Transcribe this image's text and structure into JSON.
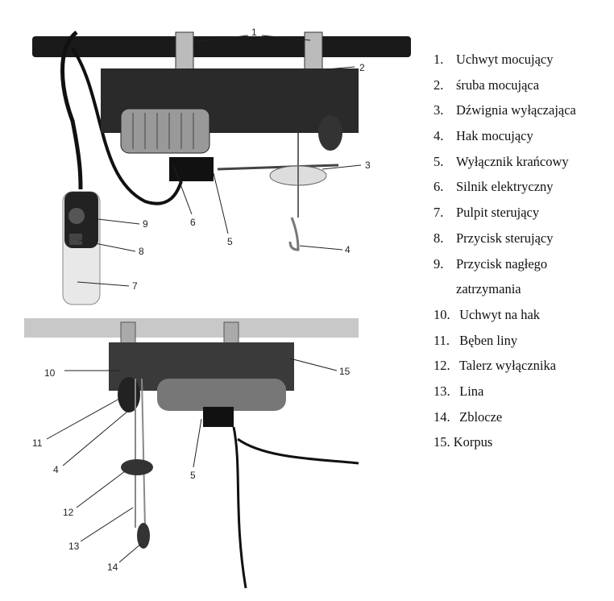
{
  "callouts_top": [
    "1",
    "2",
    "3",
    "4",
    "5",
    "6",
    "7",
    "8",
    "9"
  ],
  "callouts_bottom": [
    "10",
    "15",
    "11",
    "4",
    "5",
    "12",
    "13",
    "14"
  ],
  "legend": [
    {
      "num": "1.",
      "label": "Uchwyt mocujący"
    },
    {
      "num": "2.",
      "label": "śruba mocująca"
    },
    {
      "num": "3.",
      "label": "Dźwignia wyłączająca"
    },
    {
      "num": "4.",
      "label": "Hak mocujący"
    },
    {
      "num": "5.",
      "label": "Wyłącznik krańcowy"
    },
    {
      "num": "6.",
      "label": "Silnik elektryczny"
    },
    {
      "num": "7.",
      "label": "Pulpit sterujący"
    },
    {
      "num": "8.",
      "label": "Przycisk sterujący"
    },
    {
      "num": "9.",
      "label": "Przycisk nagłego",
      "label2": "zatrzymania"
    },
    {
      "num": "10.",
      "label": "Uchwyt na hak"
    },
    {
      "num": "11.",
      "label": "Bęben liny"
    },
    {
      "num": "12.",
      "label": "Talerz wyłącznika"
    },
    {
      "num": "13.",
      "label": "Lina"
    },
    {
      "num": "14.",
      "label": "Zblocze"
    },
    {
      "num": "15.",
      "label": "Korpus"
    }
  ]
}
